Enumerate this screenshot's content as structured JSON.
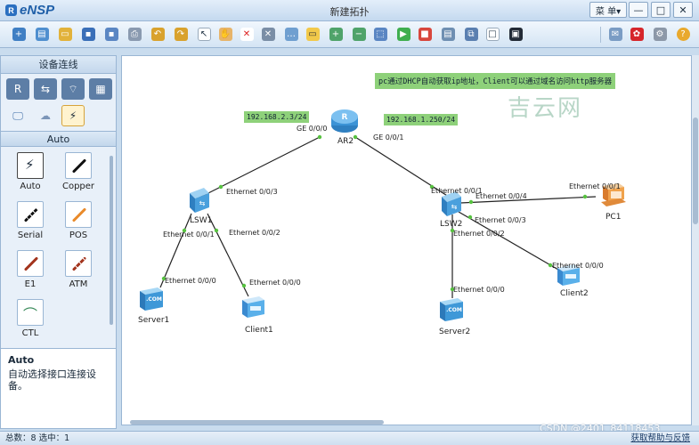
{
  "window": {
    "app_name": "eNSP",
    "title": "新建拓扑",
    "menu_label": "菜 单▾",
    "controls": [
      "—",
      "□",
      "✕"
    ]
  },
  "toolbar": {
    "icons": [
      "new-topology-icon",
      "new-from-template-icon",
      "open-icon",
      "save-icon",
      "save-as-icon",
      "print-icon",
      "undo-icon",
      "redo-icon",
      "select-icon",
      "pan-icon",
      "delete-icon",
      "delete-all-links-icon",
      "text-note-icon",
      "rectangle-icon",
      "zoom-in-icon",
      "zoom-out-icon",
      "fit-icon",
      "start-device-icon",
      "stop-device-icon",
      "capture-icon",
      "show-interfaces-icon",
      "grid-icon",
      "topology-view-icon"
    ],
    "right_icons": [
      "chat-icon",
      "huawei-icon",
      "settings-icon",
      "help-icon"
    ]
  },
  "left_panel": {
    "header": "设备连线",
    "sub_header": "Auto",
    "cables": [
      {
        "label": "Auto",
        "color": "#222222",
        "active": true
      },
      {
        "label": "Copper",
        "color": "#111111",
        "active": false
      },
      {
        "label": "Serial",
        "color": "#111111",
        "active": false
      },
      {
        "label": "POS",
        "color": "#e98a2a",
        "active": false
      },
      {
        "label": "E1",
        "color": "#a3341d",
        "active": false
      },
      {
        "label": "ATM",
        "color": "#a3341d",
        "active": false
      },
      {
        "label": "CTL",
        "color": "#3a8a5a",
        "active": false
      }
    ],
    "description_title": "Auto",
    "description_text": "自动选择接口连接设备。"
  },
  "canvas": {
    "note": "pc通过DHCP自动获取ip地址，Client可以通过域名访问http服务器",
    "watermark": "吉云网",
    "ip_labels": {
      "ar2_g000": "192.168.2.3/24",
      "ar2_g001": "192.168.1.250/24"
    },
    "devices": {
      "ar2": "AR2",
      "lsw1": "LSW1",
      "lsw2": "LSW2",
      "server1": "Server1",
      "client1": "Client1",
      "server2": "Server2",
      "client2": "Client2",
      "pc1": "PC1"
    },
    "ports": {
      "ar2_ge000": "GE 0/0/0",
      "ar2_ge001": "GE 0/0/1",
      "lsw1_e003": "Ethernet 0/0/3",
      "lsw1_e001": "Ethernet 0/0/1",
      "lsw1_e002": "Ethernet 0/0/2",
      "server1_e000": "Ethernet 0/0/0",
      "client1_e000": "Ethernet 0/0/0",
      "lsw2_e001": "Ethernet 0/0/1",
      "lsw2_e004": "Ethernet 0/0/4",
      "lsw2_e003": "Ethernet 0/0/3",
      "lsw2_e002": "Ethernet 0/0/2",
      "pc1_e001": "Ethernet 0/0/1",
      "client2_e000": "Ethernet 0/0/0",
      "server2_e000": "Ethernet 0/0/0"
    }
  },
  "status": {
    "left": "总数：8  选中：1",
    "right": "获取帮助与反馈",
    "watermark": "CSDN @2401_84118453"
  }
}
